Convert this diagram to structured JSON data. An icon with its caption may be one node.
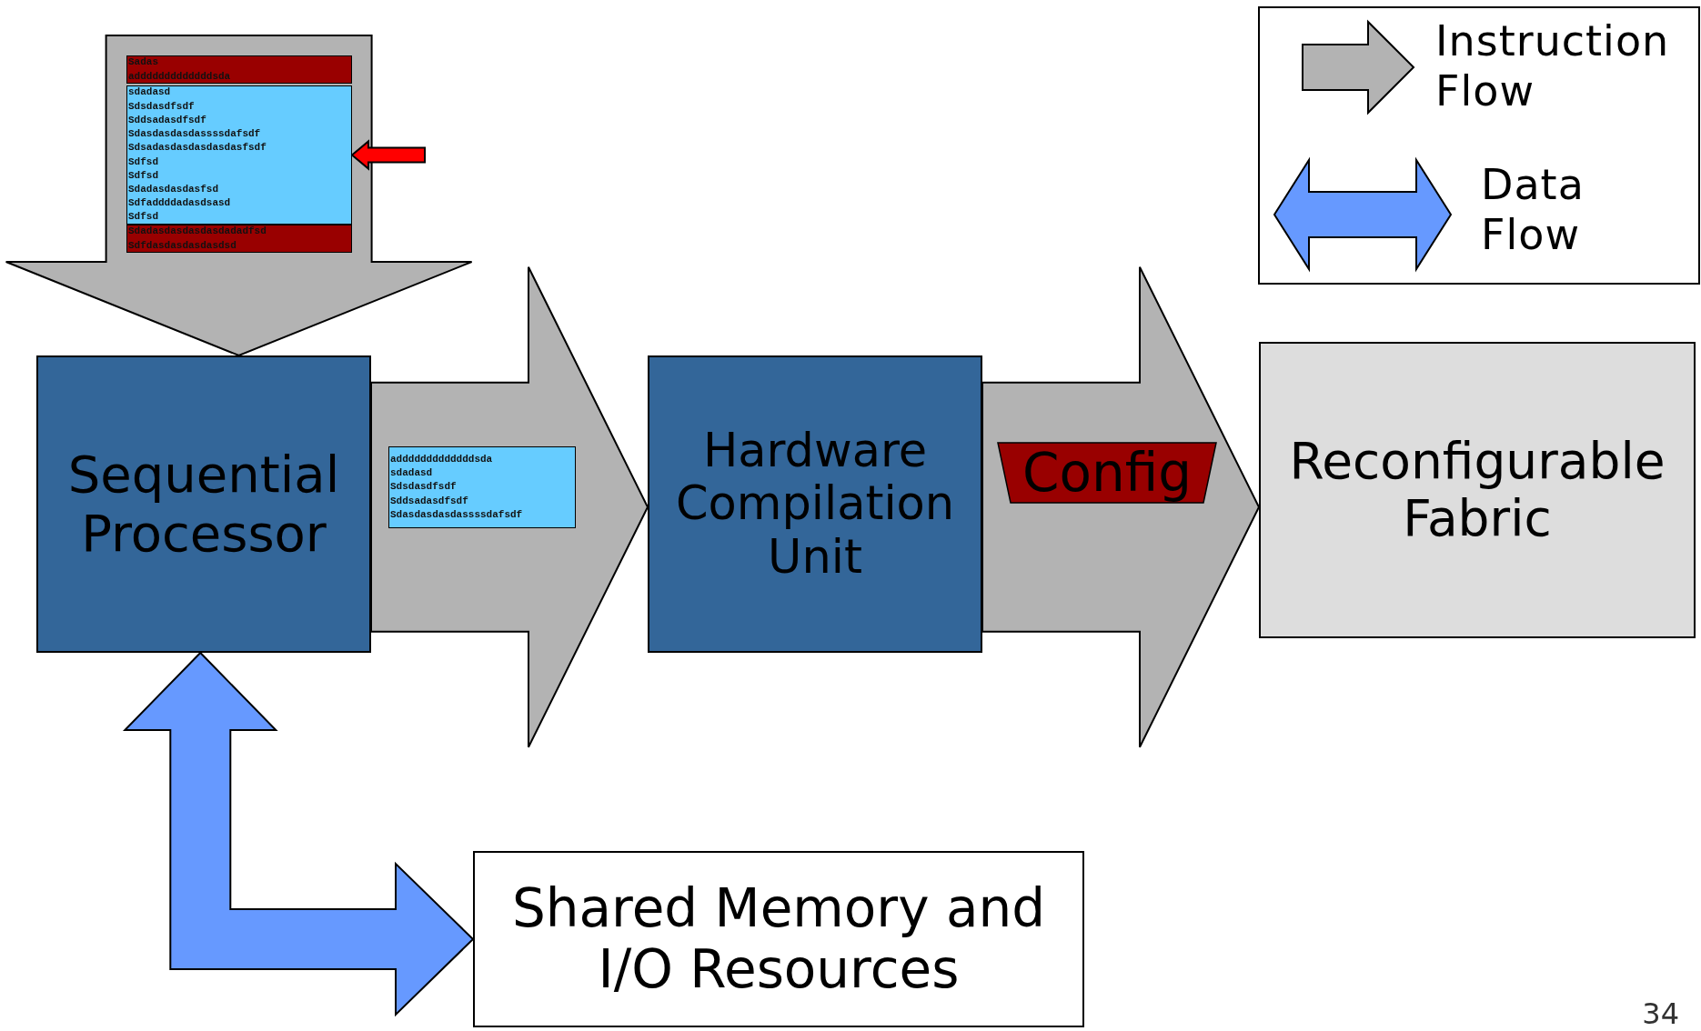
{
  "diagram": {
    "nodes": [
      {
        "text": [
          "Sequential Processor"
        ]
      },
      {
        "text": [
          "Hardware Compilation Unit"
        ]
      },
      {
        "text": [
          "Reconfigurable Fabric"
        ]
      },
      {
        "text": [
          "Shared Memory and I/O Resources"
        ]
      },
      {
        "text": [
          "Sadas",
          "adddddddddddddsda"
        ]
      },
      {
        "text": [
          "sdadasd",
          "Sdsdasdfsdf",
          "Sddsadasdfsdf",
          "Sdasdasdasdassssdafsdf",
          "Sdsadasdasdasdasdasfsdf",
          "Sdfsd",
          "Sdfsd",
          "Sdadasdasdasfsd",
          "Sdfaddddadasdsasd",
          "Sdfsd"
        ]
      },
      {
        "text": [
          "Sdadasdasdasdasdadadfsd",
          "Sdfdasdasdasdasdsd"
        ]
      },
      {
        "text": [
          "adddddddddddddsda",
          "sdadasd",
          "Sdsdasdfsdf",
          "Sddsadasdfsdf",
          "Sdasdasdasdassssdafsdf"
        ]
      },
      {
        "text": [
          "Config"
        ]
      }
    ],
    "edges": [
      {
        "from": null,
        "to": 0,
        "arrow": "to"
      },
      {
        "from": 0,
        "to": 1,
        "arrow": "to"
      },
      {
        "from": 1,
        "to": 2,
        "arrow": "to"
      },
      {
        "from": 0,
        "to": 3,
        "arrow": "both",
        "color": "#6699ff"
      },
      {
        "from": null,
        "to": 5,
        "arrow": "to",
        "color": "#ff0000"
      }
    ],
    "labels": [
      "34"
    ],
    "legend": [
      {
        "text": "Instruction Flow"
      },
      {
        "text": "Data Flow"
      }
    ]
  }
}
